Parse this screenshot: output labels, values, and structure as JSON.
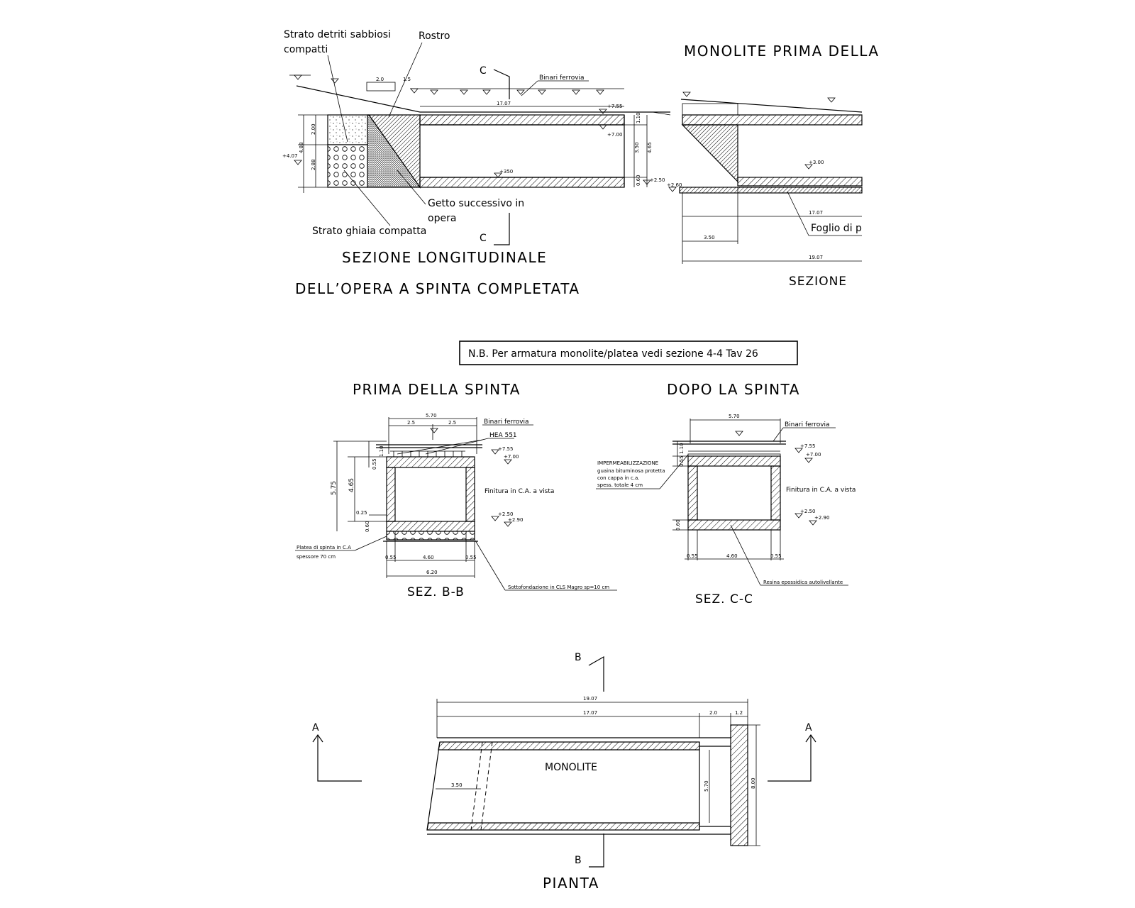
{
  "longitudinal": {
    "labels": {
      "detriti_line1": "Strato detriti sabbiosi",
      "detriti_line2": "compatti",
      "rostro": "Rostro",
      "binari": "Binari ferrovia",
      "getto_line1": "Getto successivo in",
      "getto_line2": "opera",
      "ghiaia": "Strato ghiaia compatta",
      "section_mark": "C",
      "title_line1": "SEZIONE  LONGITUDINALE",
      "title_line2": "DELL’OPERA A SPINTA  COMPLETATA"
    },
    "dims": {
      "d2_0": "2.0",
      "d1_5": "1.5",
      "d17_07": "17.07",
      "d350": "+350",
      "d7_55": "+7.55",
      "d7_00": "+7.00",
      "d2_50": "+2.50",
      "d4_07": "+4.07",
      "v2_00": "2.00",
      "v4_88": "4.88",
      "v2_88": "2.88",
      "v3_50": "3.50",
      "v4_65": "4.65",
      "v1_10": "1.10",
      "v0_60": "0.60"
    }
  },
  "monolite_top": {
    "title": "MONOLITE PRIMA DELLA",
    "subtitle": "SEZIONE",
    "foglio": "Foglio di p",
    "dims": {
      "d17_07": "17.07",
      "d3_50": "3.50",
      "d19_07": "19.07",
      "d3_00": "+3.00",
      "d2_60": "+2.60"
    }
  },
  "note": "N.B. Per armatura monolite/platea vedi sezione 4-4 Tav 26",
  "sez_bb": {
    "heading": "PRIMA DELLA SPINTA",
    "caption": "SEZ. B-B",
    "binari": "Binari ferrovia",
    "hea": "HEA 551",
    "finitura": "Finitura in C.A. a vista",
    "platea_line1": "Platea di spinta in C.A",
    "platea_line2": "spessore 70 cm",
    "sottofondazione": "Sottofondazione in CLS Magro sp=10 cm",
    "dims": {
      "d5_70": "5.70",
      "d2_5a": "2.5",
      "d2_5b": "2.5",
      "d7_55": "+7.55",
      "d7_00": "+7.00",
      "d2_50": "+2.50",
      "d2_90": "+2.90",
      "v5_75": "5.75",
      "v4_65": "4.65",
      "v0_55": "0.55",
      "v1_10": "1.10",
      "v0_25": "0.25",
      "v0_60": "0.60",
      "h0_55a": "0.55",
      "h4_60": "4.60",
      "h0_55b": "0.55",
      "h6_20": "6.20"
    }
  },
  "sez_cc": {
    "heading": "DOPO LA SPINTA",
    "caption": "SEZ. C-C",
    "binari": "Binari ferrovia",
    "imper_line1": "IMPERMEABILIZZAZIONE",
    "imper_line2": "guaina bituminosa protetta",
    "imper_line3": "con cappa in c.a.",
    "imper_line4": "spess. totale 4 cm",
    "finitura": "Finitura in C.A. a vista",
    "resina": "Resina epossidica autolivellante",
    "dims": {
      "d5_70": "5.70",
      "d7_55": "+7.55",
      "d7_00": "+7.00",
      "d2_50": "+2.50",
      "d2_90": "+2.90",
      "v0_55": "0.55",
      "v1_10": "1.10",
      "v0_60": "0.60",
      "h0_55a": "0.55",
      "h4_60": "4.60",
      "h0_55b": "0.55"
    }
  },
  "pianta": {
    "title": "PIANTA",
    "monolite": "MONOLITE",
    "mark_a": "A",
    "mark_b": "B",
    "dims": {
      "d19_07": "19.07",
      "d17_07": "17.07",
      "d2_0": "2.0",
      "d1_2": "1.2",
      "d3_50": "3.50",
      "v5_70": "5.70",
      "v8_00": "8.00"
    }
  }
}
